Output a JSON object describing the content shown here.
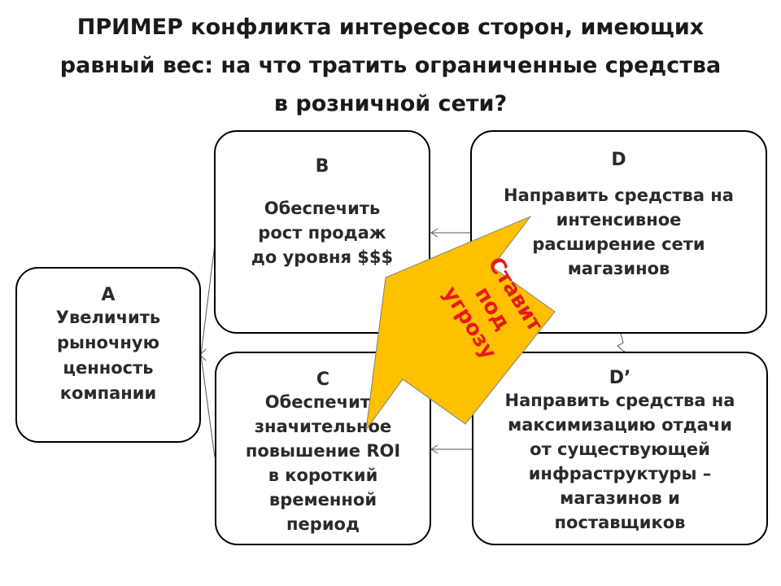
{
  "title": {
    "line1": "ПРИМЕР конфликта интересов сторон, имеющих",
    "line2": "равный вес: на что тратить ограниченные средства",
    "line3": "в розничной сети?"
  },
  "boxes": {
    "a": {
      "letter": "A",
      "lines": [
        "Увеличить",
        "рыночную",
        "ценность",
        "компании"
      ]
    },
    "b": {
      "letter": "B",
      "lines": [
        "Обеспечить",
        "рост продаж",
        "до уровня $$$"
      ]
    },
    "c": {
      "letter": "C",
      "lines": [
        "Обеспечить",
        "значительное",
        "повышение ROI",
        "в короткий",
        "временной",
        "период"
      ]
    },
    "d": {
      "letter": "D",
      "lines": [
        "Направить средства на",
        "интенсивное",
        "расширение сети",
        "магазинов"
      ]
    },
    "d2": {
      "letter": "D’",
      "lines": [
        "Направить средства на",
        "максимизацию отдачи",
        "от существующей",
        "инфраструктуры –",
        "магазинов и",
        "поставщиков"
      ]
    }
  },
  "threat": {
    "lines": [
      "Ставит",
      "под",
      "угрозу"
    ],
    "fill": "#ffc000",
    "text_color": "#e51b1b"
  }
}
